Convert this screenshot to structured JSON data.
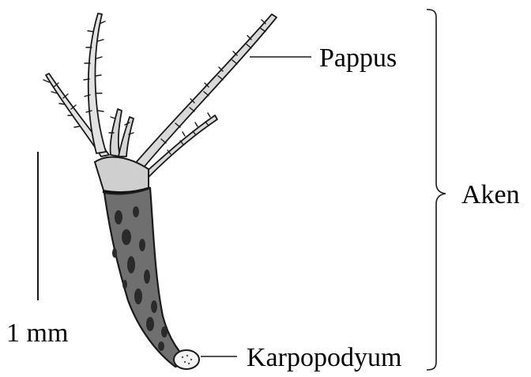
{
  "labels": {
    "pappus": "Pappus",
    "aken": "Aken",
    "karpopodyum": "Karpopodyum",
    "scale": "1 mm"
  },
  "colors": {
    "ink": "#1a1a1a",
    "body_fill": "#6f6f6f",
    "pappus_fill": "#d9d9d9",
    "background": "#ffffff"
  }
}
